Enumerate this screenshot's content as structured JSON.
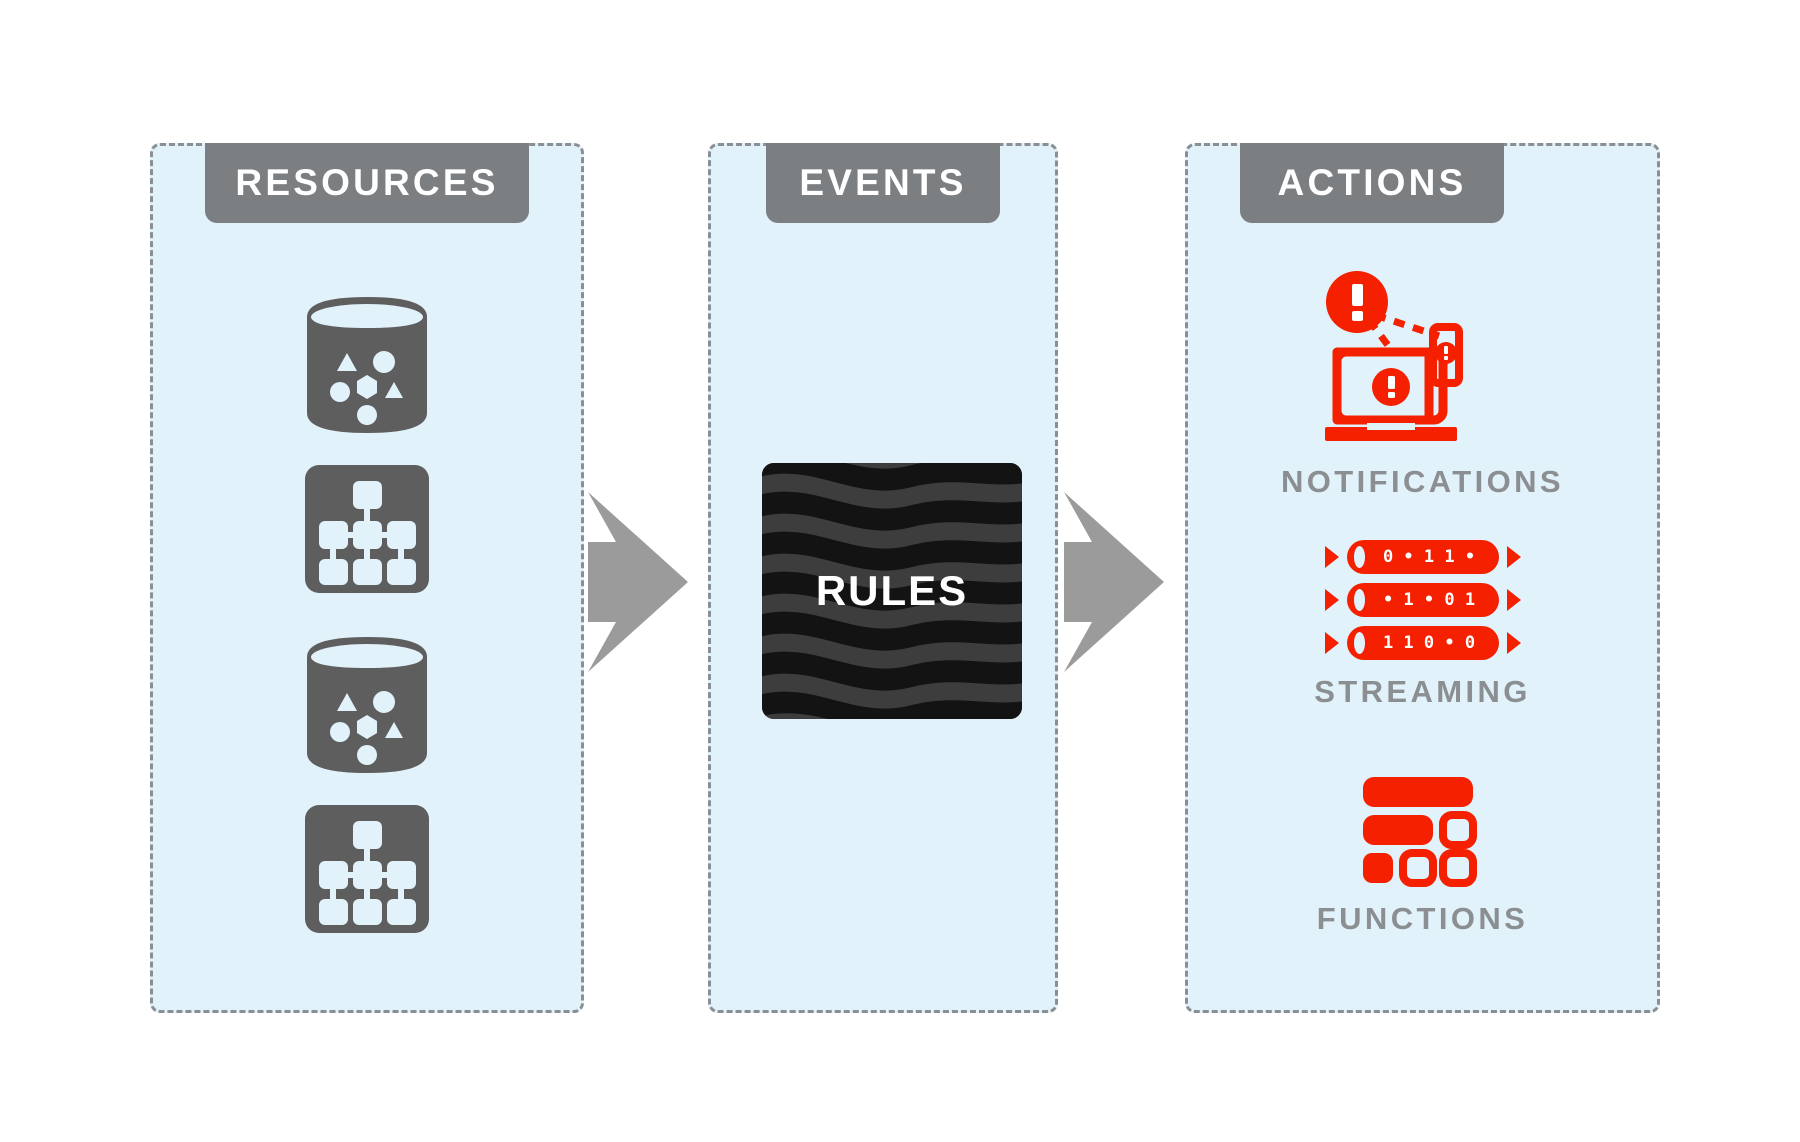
{
  "diagram": {
    "title": "Resources, Events and Actions flow",
    "background_color": "#ffffff",
    "panel_fill": "#e1f2fa",
    "panel_border_color": "#8a8f94",
    "header_color": "#7b7f82",
    "arrow_color": "#9b9b9b",
    "accent_red": "#f42000",
    "icon_gray": "#5e5e5e",
    "label_gray": "#8b8f92"
  },
  "panels": {
    "resources": {
      "header": "RESOURCES",
      "icons": [
        {
          "name": "database-icon",
          "label": "database"
        },
        {
          "name": "network-topology-icon",
          "label": "network topology"
        },
        {
          "name": "database-icon",
          "label": "database"
        },
        {
          "name": "network-topology-icon",
          "label": "network topology"
        }
      ]
    },
    "events": {
      "header": "EVENTS",
      "rules_label": "RULES"
    },
    "actions": {
      "header": "ACTIONS",
      "items": [
        {
          "label": "NOTIFICATIONS",
          "icon": "alert-notification-icon"
        },
        {
          "label": "STREAMING",
          "icon": "binary-stream-icon"
        },
        {
          "label": "FUNCTIONS",
          "icon": "functions-grid-icon"
        }
      ]
    }
  },
  "flow": {
    "arrows": [
      {
        "name": "arrow-resources-to-events",
        "direction": "right"
      },
      {
        "name": "arrow-events-to-actions",
        "direction": "right"
      }
    ]
  },
  "streaming_data": {
    "rows": [
      {
        "bits": [
          "0",
          "•",
          "1",
          "1",
          "•"
        ]
      },
      {
        "bits": [
          "•",
          "1",
          "•",
          "0",
          "1"
        ]
      },
      {
        "bits": [
          "1",
          "1",
          "0",
          "•",
          "0"
        ]
      }
    ]
  }
}
